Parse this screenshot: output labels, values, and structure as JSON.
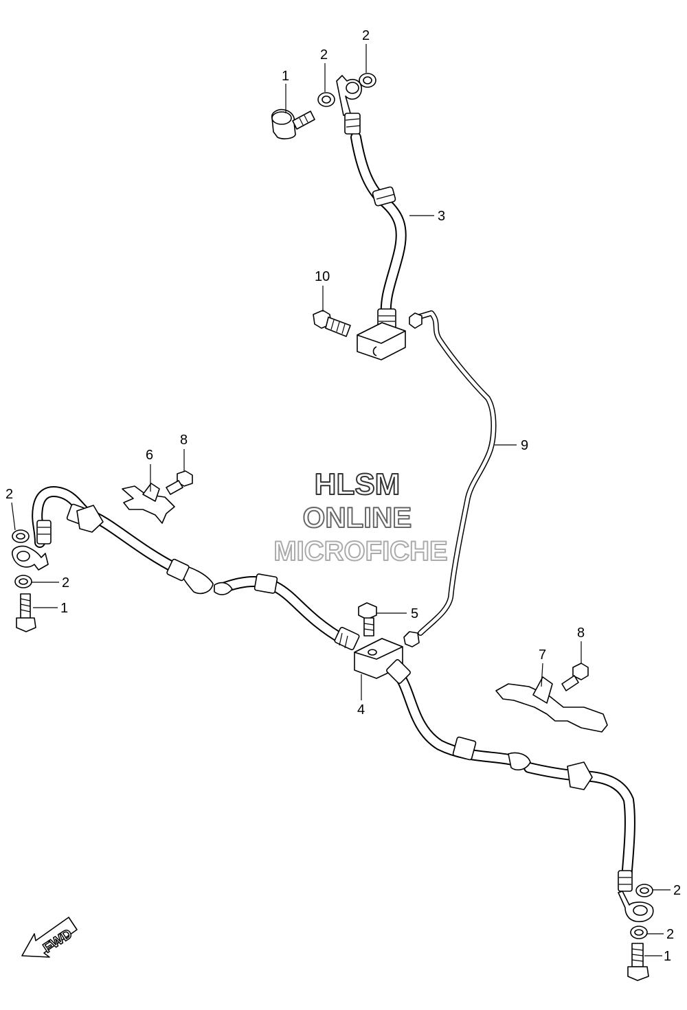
{
  "watermark": {
    "line1": "HLSM",
    "line2": "ONLINE",
    "line3": "MICROFICHE"
  },
  "direction_label": "FWD",
  "callouts": [
    {
      "id": "c1a",
      "text": "1"
    },
    {
      "id": "c2a",
      "text": "2"
    },
    {
      "id": "c2b",
      "text": "2"
    },
    {
      "id": "c3",
      "text": "3"
    },
    {
      "id": "c10",
      "text": "10"
    },
    {
      "id": "c9",
      "text": "9"
    },
    {
      "id": "c6",
      "text": "6"
    },
    {
      "id": "c8a",
      "text": "8"
    },
    {
      "id": "c2c",
      "text": "2"
    },
    {
      "id": "c2d",
      "text": "2"
    },
    {
      "id": "c1b",
      "text": "1"
    },
    {
      "id": "c5",
      "text": "5"
    },
    {
      "id": "c4",
      "text": "4"
    },
    {
      "id": "c7",
      "text": "7"
    },
    {
      "id": "c8b",
      "text": "8"
    },
    {
      "id": "c2e",
      "text": "2"
    },
    {
      "id": "c2f",
      "text": "2"
    },
    {
      "id": "c1c",
      "text": "1"
    }
  ]
}
